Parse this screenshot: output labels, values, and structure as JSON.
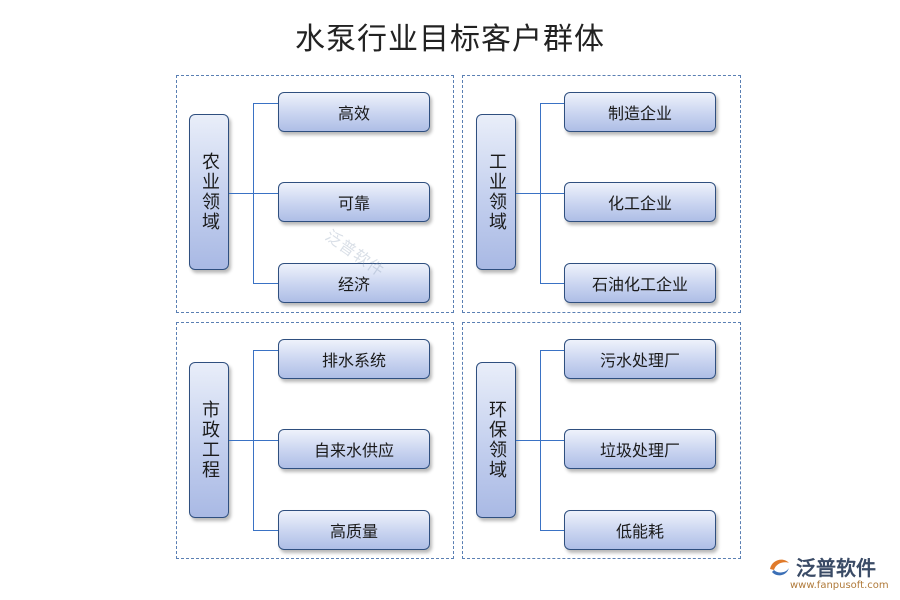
{
  "title": "水泵行业目标客户群体",
  "panels": [
    {
      "category": "农业领域",
      "items": [
        "高效",
        "可靠",
        "经济"
      ]
    },
    {
      "category": "工业领域",
      "items": [
        "制造企业",
        "化工企业",
        "石油化工企业"
      ]
    },
    {
      "category": "市政工程",
      "items": [
        "排水系统",
        "自来水供应",
        "高质量"
      ]
    },
    {
      "category": "环保领域",
      "items": [
        "污水处理厂",
        "垃圾处理厂",
        "低能耗"
      ]
    }
  ],
  "watermark": "泛普软件",
  "logo": {
    "name": "泛普软件",
    "url": "www.fanpusoft.com",
    "icon": "fanpu-logo-icon"
  },
  "colors": {
    "connector": "#3a72c4",
    "box_border": "#2f4f7f",
    "panel_border": "#5a7fb3"
  }
}
